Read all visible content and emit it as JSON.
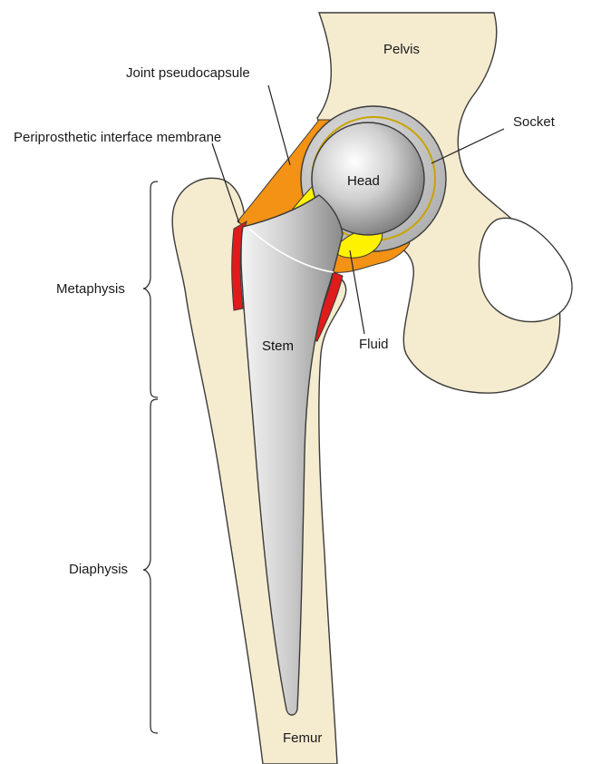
{
  "labels": {
    "pelvis": "Pelvis",
    "joint_pseudocapsule": "Joint pseudocapsule",
    "periprosthetic_interface_membrane": "Periprosthetic interface membrane",
    "socket": "Socket",
    "head": "Head",
    "metaphysis": "Metaphysis",
    "stem": "Stem",
    "fluid": "Fluid",
    "diaphysis": "Diaphysis",
    "femur": "Femur"
  },
  "colors": {
    "bone": "#f5ebcf",
    "bone_outline": "#3a3a3a",
    "capsule": "#f39214",
    "fluid": "#fff200",
    "membrane": "#e01b1b",
    "metal_light": "#ececec",
    "metal_dark": "#8e8e8e",
    "socket_ring": "#b9b9b9"
  }
}
